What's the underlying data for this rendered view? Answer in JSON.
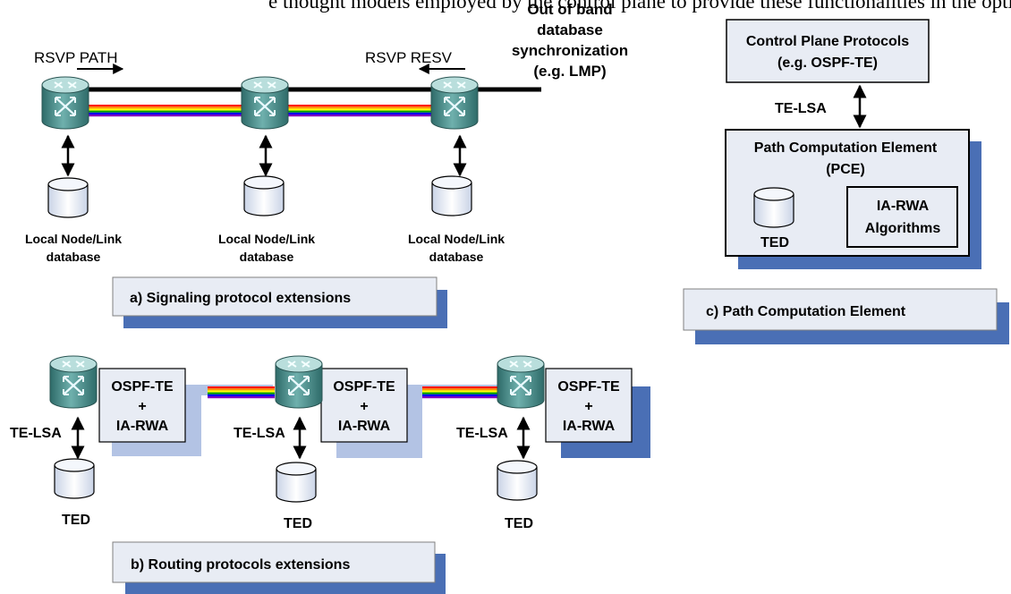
{
  "header_text": "e thought models employed by the control plane to provide these functionalities in the optical",
  "panel_a": {
    "rsvp_path": "RSVP PATH",
    "rsvp_resv": "RSVP RESV",
    "oob_line1": "Out of band",
    "oob_line2": "database",
    "oob_line3": "synchronization",
    "oob_line4": "(e.g. LMP)",
    "db_line1": "Local Node/Link",
    "db_line2": "database",
    "caption": "a) Signaling protocol extensions"
  },
  "panel_b": {
    "box_line1": "OSPF-TE",
    "box_line2": "+",
    "box_line3": "IA-RWA",
    "te_lsa": "TE-LSA",
    "ted": "TED",
    "caption": "b) Routing protocols extensions"
  },
  "panel_c": {
    "cpp_line1": "Control Plane Protocols",
    "cpp_line2": "(e.g. OSPF-TE)",
    "te_lsa": "TE-LSA",
    "pce_line1": "Path Computation Element",
    "pce_line2": "(PCE)",
    "ted": "TED",
    "algo_line1": "IA-RWA",
    "algo_line2": "Algorithms",
    "caption": "c) Path Computation Element"
  },
  "colors": {
    "link_stripes": [
      "#ff0000",
      "#ff8c00",
      "#ffff00",
      "#00a000",
      "#0000ff",
      "#8000c0"
    ],
    "router_body": "#4b8f8c",
    "router_top": "#a9d2d0",
    "shadow": "#4a6fb5",
    "box_fill": "#e8ecf4",
    "db_fill": "#eef1f7"
  }
}
